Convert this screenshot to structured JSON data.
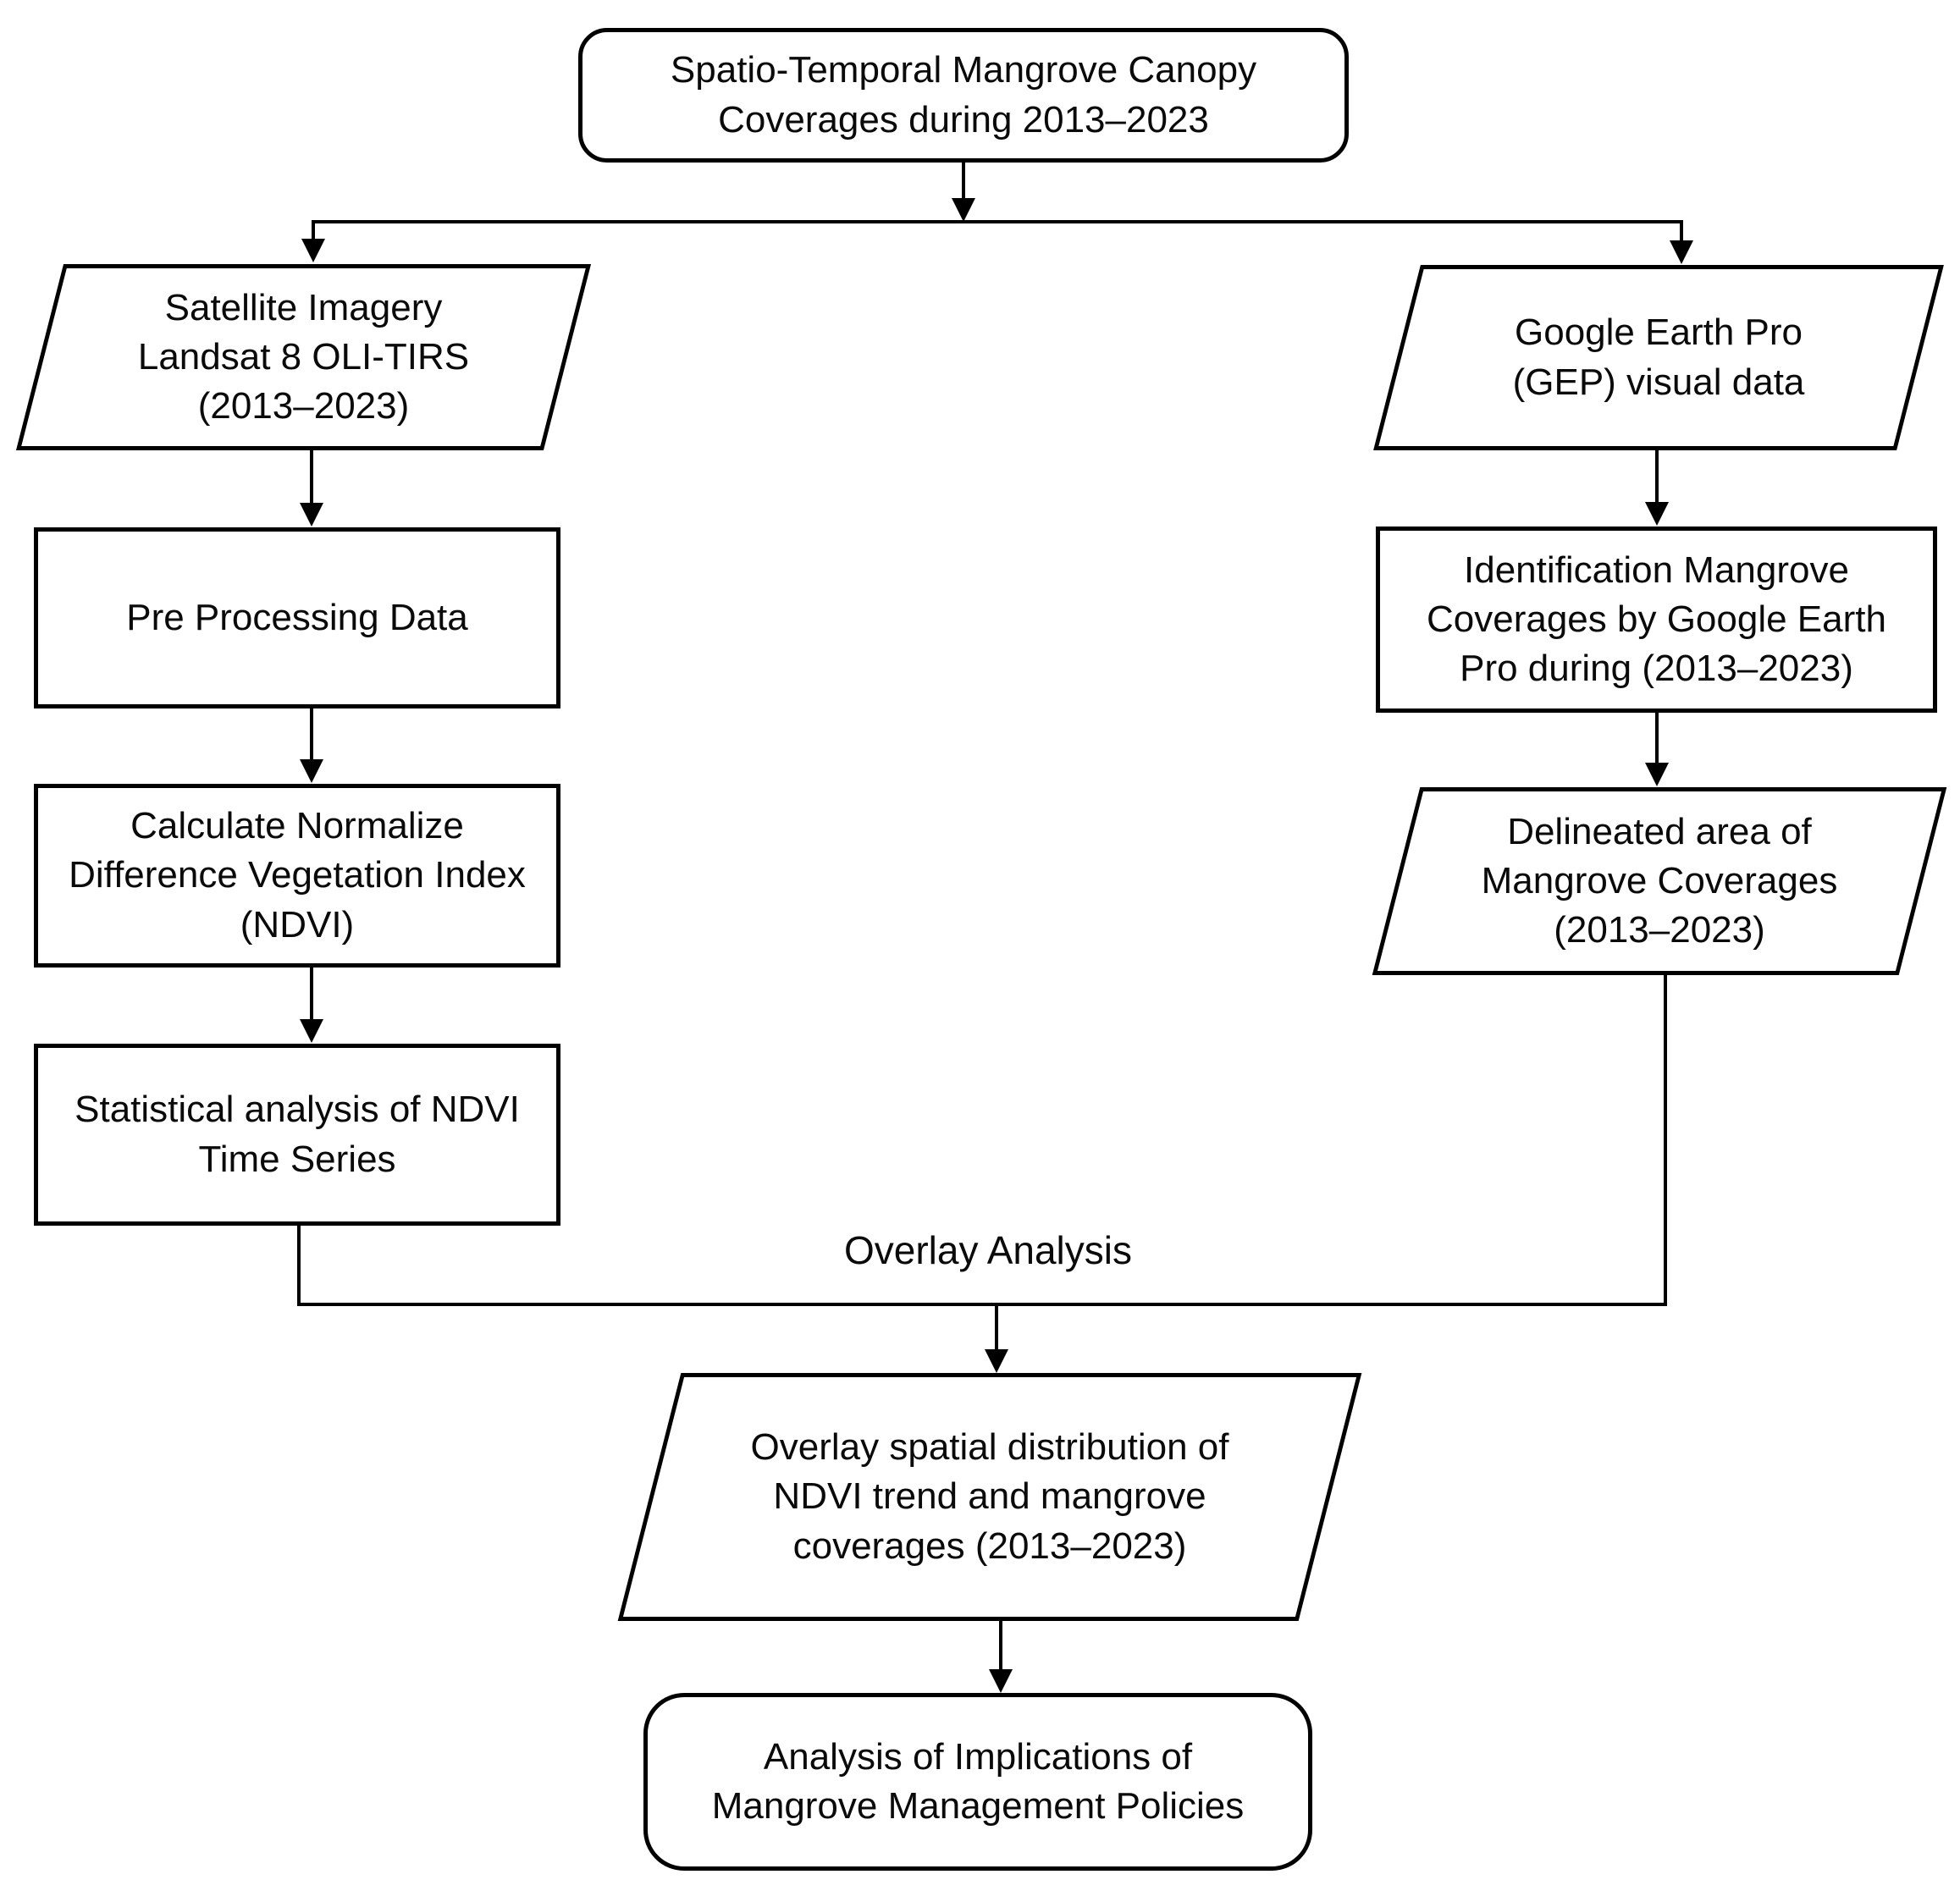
{
  "flowchart": {
    "nodes": {
      "title": {
        "label": "Spatio-Temporal Mangrove Canopy\nCoverages during 2013–2023",
        "shape": "rounded-rectangle"
      },
      "satellite": {
        "label": "Satellite Imagery\nLandsat 8 OLI-TIRS\n(2013–2023)",
        "shape": "parallelogram"
      },
      "preprocessing": {
        "label": "Pre Processing Data",
        "shape": "rectangle"
      },
      "ndvi": {
        "label": "Calculate Normalize\nDifference Vegetation Index\n(NDVI)",
        "shape": "rectangle"
      },
      "statistical": {
        "label": "Statistical analysis of NDVI\nTime Series",
        "shape": "rectangle"
      },
      "gep": {
        "label": "Google Earth Pro\n(GEP) visual data",
        "shape": "parallelogram"
      },
      "identification": {
        "label": "Identification Mangrove\nCoverages by Google Earth\nPro during (2013–2023)",
        "shape": "rectangle"
      },
      "delineated": {
        "label": "Delineated area of\nMangrove Coverages\n(2013–2023)",
        "shape": "parallelogram"
      },
      "overlay_result": {
        "label": "Overlay spatial distribution of\nNDVI trend and mangrove\ncoverages (2013–2023)",
        "shape": "parallelogram"
      },
      "analysis": {
        "label": "Analysis of Implications of\nMangrove Management Policies",
        "shape": "rounded-rectangle"
      }
    },
    "edge_labels": {
      "overlay": "Overlay Analysis"
    },
    "colors": {
      "stroke": "#000000",
      "shape_fill": "#ffffff",
      "text": "#0a0a0a",
      "background": "#ffffff"
    }
  }
}
